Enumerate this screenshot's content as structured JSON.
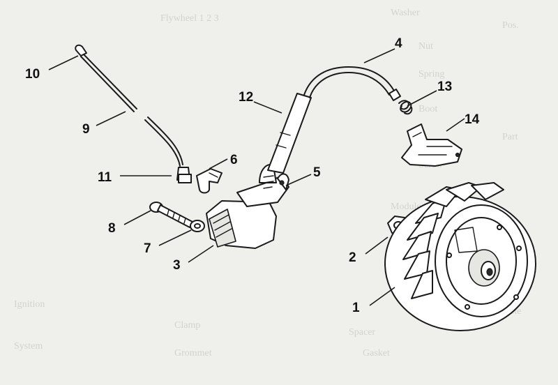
{
  "diagram": {
    "callouts": [
      {
        "id": "c1",
        "label": "1"
      },
      {
        "id": "c2",
        "label": "2"
      },
      {
        "id": "c3",
        "label": "3"
      },
      {
        "id": "c4",
        "label": "4"
      },
      {
        "id": "c5",
        "label": "5"
      },
      {
        "id": "c6",
        "label": "6"
      },
      {
        "id": "c7",
        "label": "7"
      },
      {
        "id": "c8",
        "label": "8"
      },
      {
        "id": "c9",
        "label": "9"
      },
      {
        "id": "c10",
        "label": "10"
      },
      {
        "id": "c11",
        "label": "11"
      },
      {
        "id": "c12",
        "label": "12"
      },
      {
        "id": "c13",
        "label": "13"
      },
      {
        "id": "c14",
        "label": "14"
      }
    ]
  },
  "colors": {
    "paper": "#efefec",
    "ink": "#1a1a1a"
  }
}
